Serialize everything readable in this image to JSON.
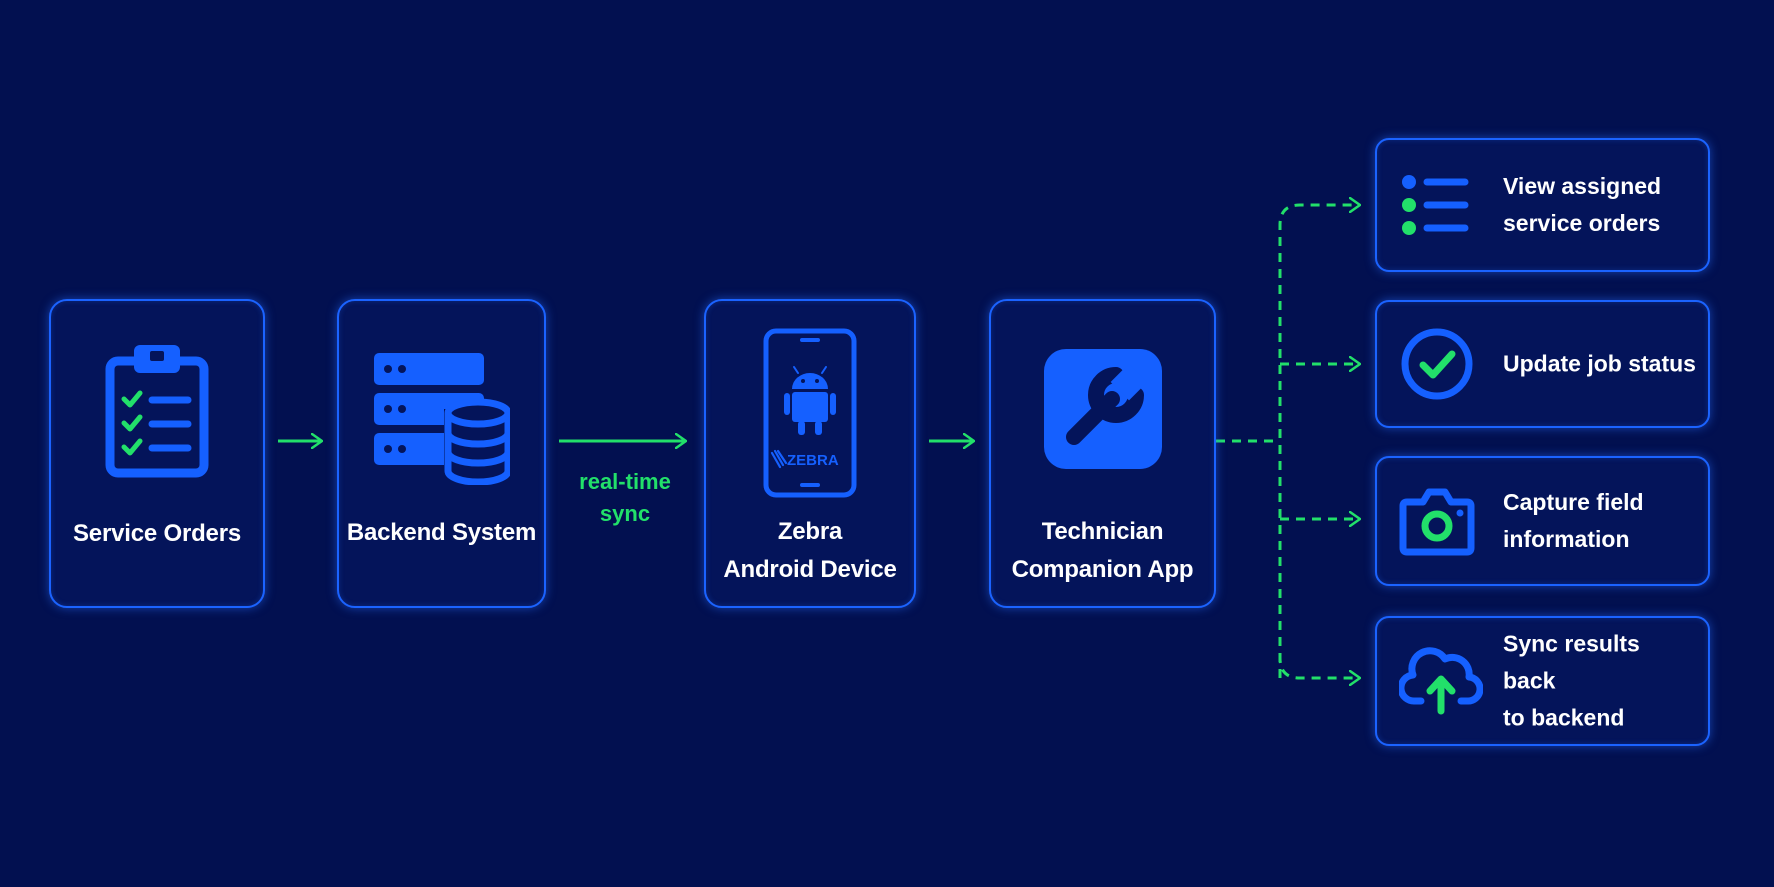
{
  "colors": {
    "background": "#021050",
    "box_border": "#1b63ff",
    "icon_blue": "#1560ff",
    "accent_green": "#22e06a",
    "text": "#ffffff"
  },
  "nodes": [
    {
      "id": "service-orders",
      "icon": "clipboard-checklist-icon",
      "label_lines": [
        "Service Orders"
      ]
    },
    {
      "id": "backend-system",
      "icon": "server-database-icon",
      "label_lines": [
        "Backend System"
      ]
    },
    {
      "id": "zebra-device",
      "icon": "android-phone-icon",
      "label_lines": [
        "Zebra",
        "Android Device"
      ],
      "brand_text": "ZEBRA"
    },
    {
      "id": "companion-app",
      "icon": "wrench-app-icon",
      "label_lines": [
        "Technician",
        "Companion App"
      ]
    }
  ],
  "sync_label": [
    "real-time",
    "sync"
  ],
  "outputs": [
    {
      "icon": "list-icon",
      "label_lines": [
        "View assigned",
        "service orders"
      ]
    },
    {
      "icon": "check-circle-icon",
      "label_lines": [
        "Update job status"
      ]
    },
    {
      "icon": "camera-icon",
      "label_lines": [
        "Capture field",
        "information"
      ]
    },
    {
      "icon": "cloud-upload-icon",
      "label_lines": [
        "Sync results back",
        "to backend"
      ]
    }
  ]
}
